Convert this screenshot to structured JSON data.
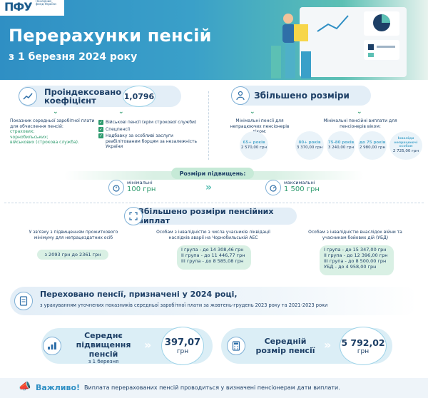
{
  "header": {
    "logo": "ПФУ",
    "logo_caption": "Пенсійний фонд України",
    "title": "Перерахунки пенсій",
    "subtitle": "з 1 березня 2024 року"
  },
  "indexed": {
    "heading": "Проіндексовано на коефіцієнт",
    "coefficient": "1,0796",
    "left_text": "Показник середньої заробітної плати для обчислення пенсій:",
    "left_items": [
      "страхових;",
      "чорнобильських;",
      "військових (строкова служба)."
    ],
    "right_items": [
      "Військові пенсії (крім строкової служби)",
      "Спецпенсії",
      "Надбавку за особливі заслуги реабілітованим борцям за незалежність України"
    ]
  },
  "increased": {
    "heading": "Збільшено розміри",
    "min_pension_text": "Мінімальні пенсії для непрацюючих пенсіонерів віком:",
    "min_pension": [
      {
        "age": "65+ років",
        "value": "2 570,00 грн"
      }
    ],
    "min_payment_text": "Мінімальні пенсійні виплати для пенсіонерів віком:",
    "min_payments": [
      {
        "age": "80+ років",
        "value": "3 370,00 грн"
      },
      {
        "age": "75-80 років",
        "value": "3 240,00 грн"
      },
      {
        "age": "до 75 років",
        "value": "2 980,00 грн"
      },
      {
        "age": "Інваліди непрацюючі особам",
        "value": "2 725,00 грн"
      }
    ]
  },
  "sizes": {
    "label": "Розміри підвищень:",
    "min_label": "мінімальні",
    "min_value": "100 грн",
    "max_label": "максимальні",
    "max_value": "1 500 грн"
  },
  "payouts": {
    "heading": "Збільшено розміри пенсійних виплат",
    "col1_title": "У зв'язку з підвищенням прожиткового мінімуму для непрацездатних осіб",
    "col1_value": "з 2093 грн до 2361 грн",
    "col2_title": "Особам з інвалідністю з числа учасників ліквідації наслідків аварії на Чорнобильській АЕС",
    "col2_lines": [
      "I група - до 14 308,46 грн",
      "II група - до 11 446,77 грн",
      "III група - до 8 585,08 грн"
    ],
    "col3_title": "Особам з інвалідністю внаслідок війни та учасникам бойових дій (УБД)",
    "col3_lines": [
      "I група - до 15 347,00 грн",
      "II група - до 12 396,00 грн",
      "III група - до 8 500,00 грн",
      "УБД - до 4 958,00 грн"
    ]
  },
  "recalc": {
    "heading": "Переховано пенсії, призначені у 2024 році,",
    "text": "з урахуванням уточнених показників середньої заробітної плати за жовтень-грудень 2023 року та 2021-2023 роки"
  },
  "avg_increase": {
    "label": "Середнє підвищення пенсій",
    "sub": "з 1 березня",
    "value": "397,07",
    "unit": "грн"
  },
  "avg_size": {
    "label": "Середній розмір пенсії",
    "value": "5 792,02",
    "unit": "грн"
  },
  "footer": {
    "important": "Важливо!",
    "text": "Виплата перерахованих пенсій проводиться у визначені пенсіонерам дати виплати."
  },
  "colors": {
    "primary": "#1d3f66",
    "accent": "#2f8fc4",
    "green": "#2e9b6e"
  }
}
